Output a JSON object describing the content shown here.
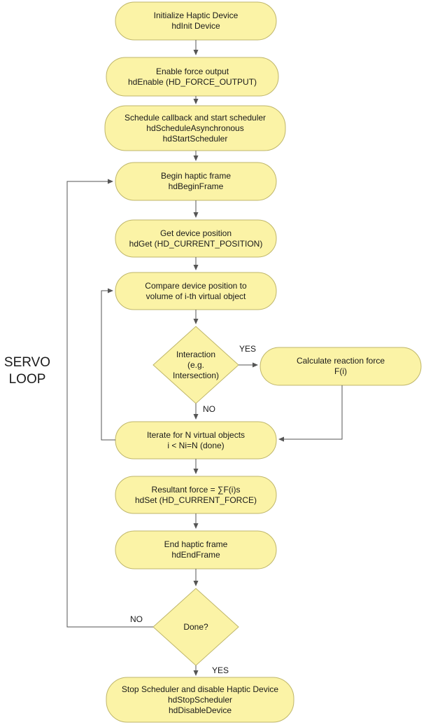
{
  "nodes": {
    "init": [
      "Initialize Haptic Device",
      "hdInit Device"
    ],
    "enable": [
      "Enable force output",
      "hdEnable (HD_FORCE_OUTPUT)"
    ],
    "schedule": [
      "Schedule callback and start scheduler",
      "hdScheduleAsynchronous",
      "hdStartScheduler"
    ],
    "begin": [
      "Begin haptic frame",
      "hdBeginFrame"
    ],
    "getpos": [
      "Get device position",
      "hdGet (HD_CURRENT_POSITION)"
    ],
    "compare": [
      "Compare device position to",
      "volume of i-th virtual object"
    ],
    "interaction": [
      "Interaction",
      "(e.g.",
      "Intersection)"
    ],
    "calc": [
      "Calculate reaction force",
      "F(i)"
    ],
    "iterate": [
      "Iterate for N virtual objects",
      "i < Ni=N (done)"
    ],
    "resultant": [
      "Resultant force = ∑F(i)s",
      "hdSet (HD_CURRENT_FORCE)"
    ],
    "end": [
      "End haptic frame",
      "hdEndFrame"
    ],
    "done": [
      "Done?"
    ],
    "stop": [
      "Stop Scheduler and disable Haptic Device",
      "hdStopScheduler",
      "hdDisableDevice"
    ]
  },
  "labels": {
    "yes_interaction": "YES",
    "no_interaction": "NO",
    "no_done": "NO",
    "yes_done": "YES",
    "servo_line1": "SERVO",
    "servo_line2": "LOOP"
  },
  "colors": {
    "fill": "#fbf3a6",
    "stroke": "#bfb66a",
    "edge": "#555555"
  }
}
